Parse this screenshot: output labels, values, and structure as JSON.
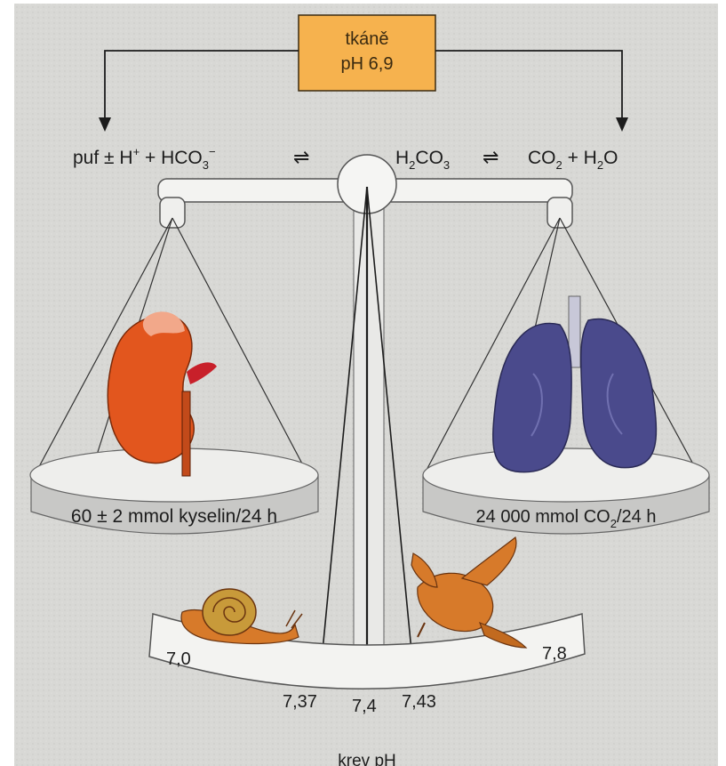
{
  "tissue_box": {
    "line1": "tkáně",
    "line2": "pH 6,9",
    "color": "#f6b24e"
  },
  "equation": {
    "left_text": "puf ± H",
    "left_sup": "+",
    "left_bicarb": "+ HCO",
    "left_bicarb_sub": "3",
    "left_bicarb_sup": "−",
    "eq_arrow_1": "⇌",
    "middle_text": "H",
    "middle_sub": "2",
    "middle_rest": "CO",
    "middle_sub2": "3",
    "eq_arrow_2": "⇌",
    "right_text": "CO",
    "right_sub": "2",
    "right_rest": " + H",
    "right_sub2": "2",
    "right_end": "O"
  },
  "left_pan": {
    "organ_icon": "kidney-icon",
    "label": "60 ± 2 mmol kyselin/24 h"
  },
  "right_pan": {
    "organ_icon": "lungs-icon",
    "label_pre": "24 000 mmol CO",
    "label_sub": "2",
    "label_post": "/24 h"
  },
  "scale": {
    "left_end": "7,0",
    "right_end": "7,8",
    "tick_low": "7,37",
    "tick_mid": "7,4",
    "tick_high": "7,43",
    "axis_label": "krev   pH",
    "left_creature_icon": "snail-icon",
    "right_creature_icon": "bird-icon"
  },
  "colors": {
    "background": "#d9d9d7",
    "kidney": "#e2561e",
    "lungs": "#4a4a8c",
    "creatures": "#d77a2a",
    "tissue_box": "#f6b24e"
  }
}
